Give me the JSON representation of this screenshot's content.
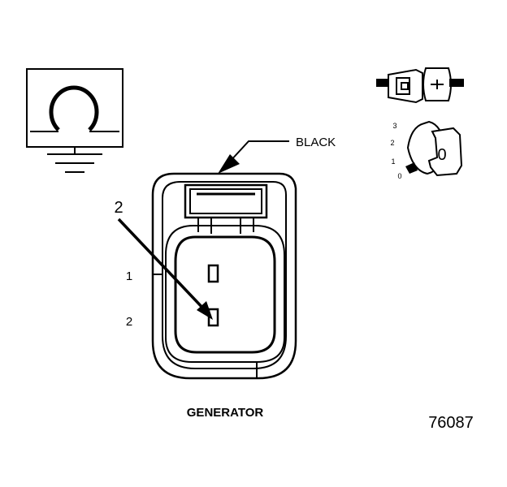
{
  "wire_color_label": "BLACK",
  "callout_number": "2",
  "pin_labels": [
    "1",
    "2"
  ],
  "component_name": "GENERATOR",
  "figure_number": "76087",
  "lock_scale_labels": [
    "3",
    "2",
    "1",
    "0"
  ],
  "lock_key_label": "0",
  "icons": {
    "component_symbol": "generator-symbol-icon",
    "ground": "ground-icon",
    "connector_mating": "connector-mating-icon",
    "lock_position": "lock-position-icon"
  }
}
